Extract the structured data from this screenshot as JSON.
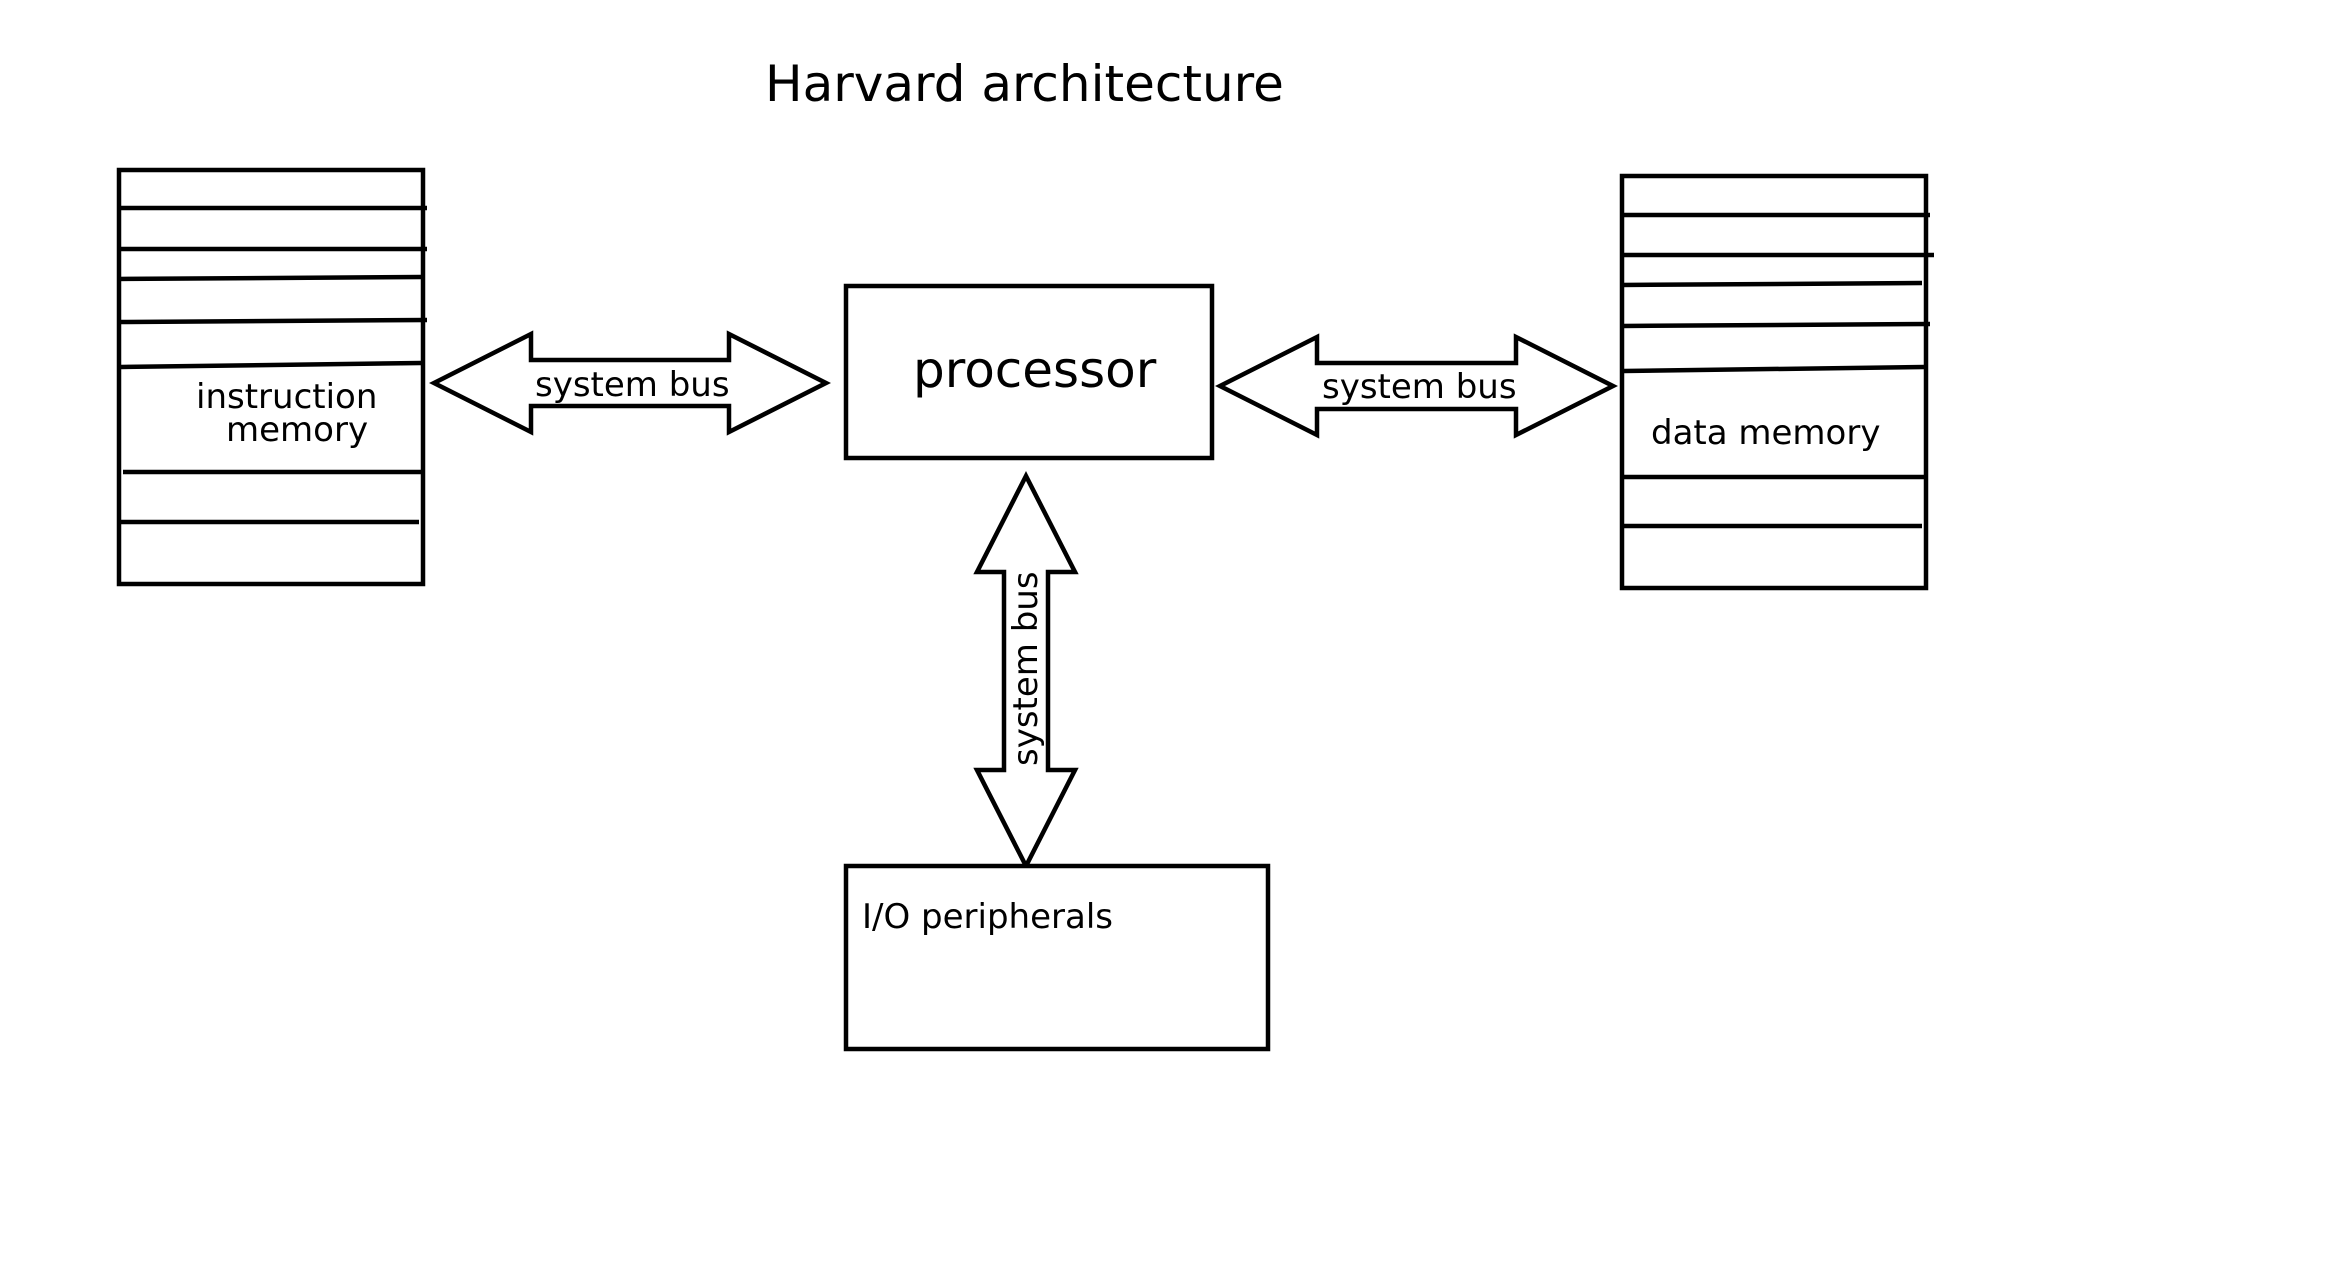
{
  "title": "Harvard architecture",
  "nodes": {
    "instruction_memory": {
      "line1": "instruction",
      "line2": "memory"
    },
    "processor": {
      "label": "processor"
    },
    "data_memory": {
      "label": "data memory"
    },
    "io": {
      "label": "I/O peripherals"
    }
  },
  "buses": {
    "left": "system bus",
    "right": "system bus",
    "vertical": "system bus"
  }
}
